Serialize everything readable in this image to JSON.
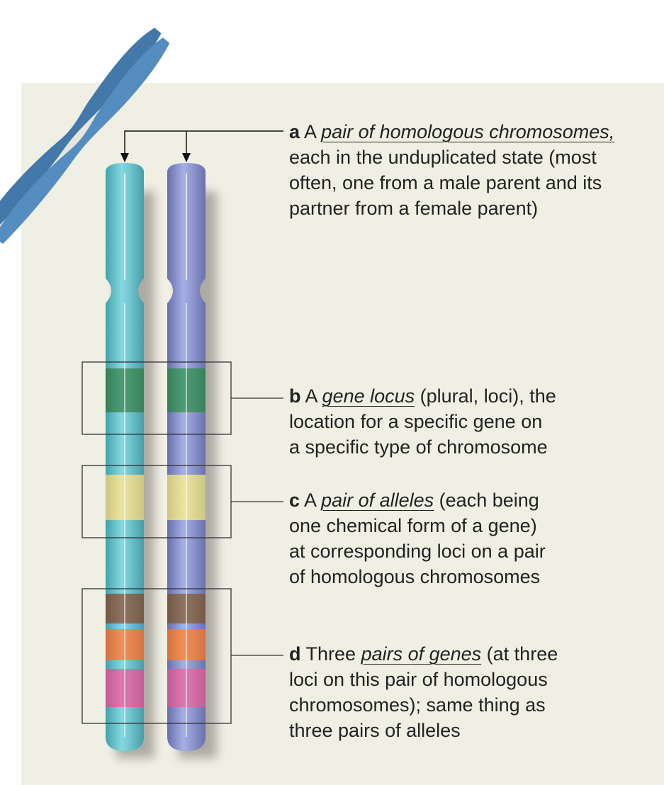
{
  "colors": {
    "background_panel": "#f0efe4",
    "chromosome_left": "#4fc1cd",
    "chromosome_right": "#7b86cf",
    "gene_locus": "#2e8a5c",
    "alleles": "#e7df8d",
    "gene1": "#7b5a44",
    "gene2": "#ef7a3c",
    "gene3": "#d95fa3",
    "micrograph": "#2a6aa6"
  },
  "labels": {
    "a": {
      "letter": "a",
      "prefix": " A ",
      "term": "pair of homologous chromosomes,",
      "lines": [
        "each in the unduplicated state (most",
        "often, one from a male parent and its",
        "partner from a female parent)"
      ]
    },
    "b": {
      "letter": "b",
      "prefix": " A ",
      "term": "gene locus",
      "rest_first": " (plural, loci), the",
      "lines": [
        "location for a specific gene on",
        "a specific type of chromosome"
      ]
    },
    "c": {
      "letter": "c",
      "prefix": " A ",
      "term": "pair of alleles",
      "rest_first": " (each being",
      "lines": [
        "one chemical form of a gene)",
        "at corresponding loci on a pair",
        "of homologous chromosomes"
      ]
    },
    "d": {
      "letter": "d",
      "prefix": " Three ",
      "term": "pairs of genes",
      "rest_first": " (at three",
      "lines": [
        "loci on this pair of homologous",
        "chromosomes); same thing as",
        "three pairs of alleles"
      ]
    }
  }
}
